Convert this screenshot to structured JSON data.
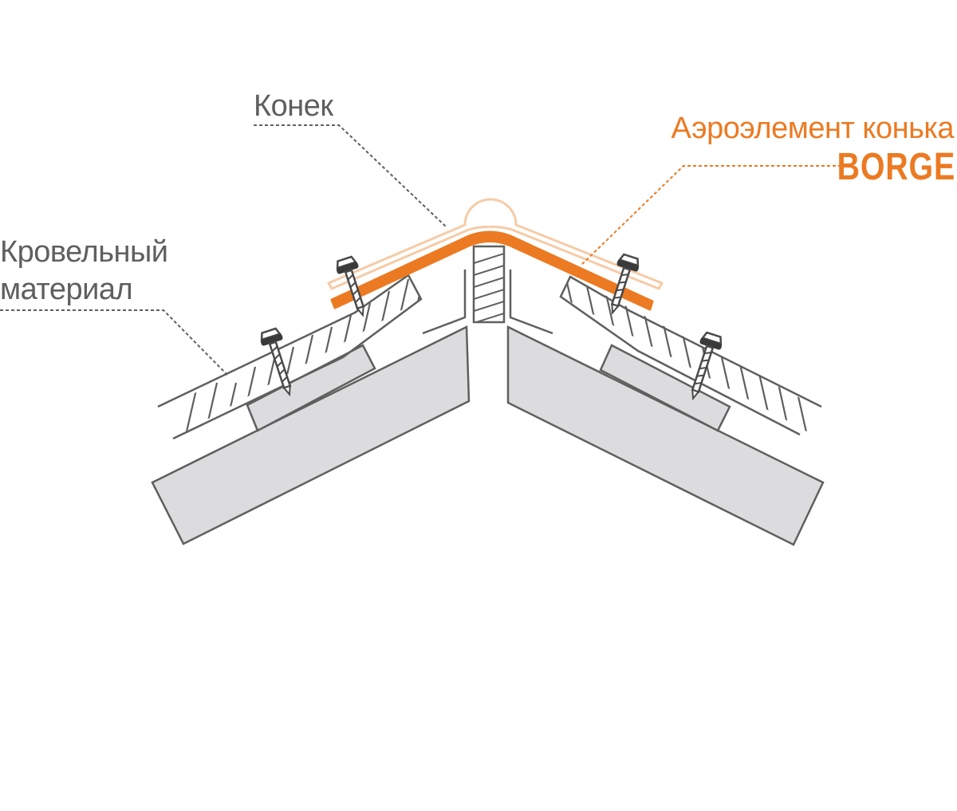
{
  "labels": {
    "ridge": "Конек",
    "aero_element": "Аэроэлемент конька",
    "brand": "BORGE",
    "roof_material_line1": "Кровельный",
    "roof_material_line2": "материал"
  },
  "colors": {
    "orange": "#ec7a22",
    "ridge_light": "#f6cba6",
    "outline": "#5f5f5f",
    "board_fill": "#dcdcde"
  }
}
